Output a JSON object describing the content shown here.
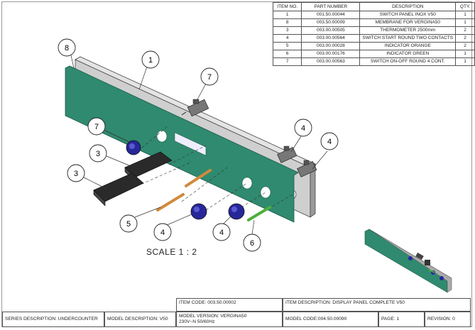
{
  "bom": {
    "headers": [
      "ITEM NO.",
      "PART NUMBER",
      "DESCRIPTION",
      "QTY."
    ],
    "rows": [
      [
        "1",
        "001.50.00044",
        "SWITCH PANEL INOX V50",
        "1"
      ],
      [
        "8",
        "003.50.00009",
        "MEMBRANE FOR VERGINA50",
        "1"
      ],
      [
        "3",
        "003.00.00505",
        "THERMOMETER 2500mm",
        "2"
      ],
      [
        "4",
        "003.00.00564",
        "SWITCH START ROUND TWO CONTACTS",
        "2"
      ],
      [
        "5",
        "003.00.00028",
        "INDICATOR ORANGE",
        "2"
      ],
      [
        "6",
        "003.00.00176",
        "INDICATOR GREEN",
        "1"
      ],
      [
        "7",
        "003.00.00563",
        "SWITCH ON-OFF ROUND 4 CONT.",
        "1"
      ]
    ]
  },
  "balloons": [
    "8",
    "1",
    "7",
    "7",
    "3",
    "3",
    "5",
    "4",
    "4",
    "6",
    "4",
    "4"
  ],
  "scale_label": "SCALE 1 : 2",
  "title_block": {
    "item_code": "ITEM  CODE: 003.50.00002",
    "item_description": "ITEM DESCRIPTION: DISPLAY PANEL COMPLETE V50",
    "series_description": "SERIES DESCRIPTION: UNDERCOUNTER",
    "model_description": "MODEL DESCRIPTION: V50",
    "model_version": "MODEL VERSION:  VERGINA50\n230V~N 50/60Hz",
    "model_code": "MODEL CODE:004.50.00090",
    "page": "PAGE: 1",
    "revision": "REVISION: 0"
  },
  "colors": {
    "membrane": "#2f8a6f",
    "steel": "#c8c8c8",
    "button_blue": "#27279a",
    "indicator_orange": "#d08a3c",
    "indicator_green": "#4caf3a"
  }
}
